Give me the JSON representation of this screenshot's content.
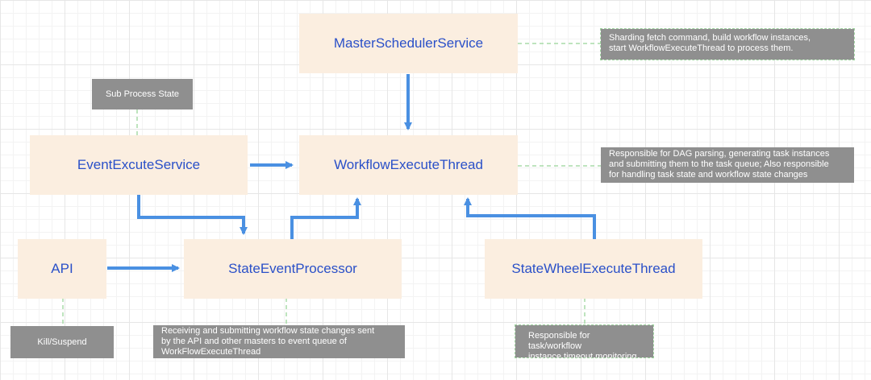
{
  "nodes": {
    "master_scheduler": "MasterSchedulerService",
    "workflow_execute_thread": "WorkflowExecuteThread",
    "event_execute_service": "EventExcuteService",
    "state_event_processor": "StateEventProcessor",
    "api": "API",
    "state_wheel_execute_thread": "StateWheelExecuteThread"
  },
  "notes": {
    "master_note": [
      "Sharding fetch command, build workflow instances,",
      "start WorkflowExecuteThread to process them."
    ],
    "workflow_note": [
      "Responsible for DAG parsing, generating task instances",
      "and submitting them to the task queue; Also responsible",
      "for handling task state and workflow state changes"
    ],
    "sub_process_state": "Sub Process State",
    "kill_suspend": "Kill/Suspend",
    "processor_note": [
      "Receiving and submitting workflow state changes sent",
      "by the API and other masters to event queue of",
      "WorkFlowExecuteThread"
    ],
    "wheel_note": [
      "Responsible for task/workflow",
      "instance timeout monitoring"
    ]
  },
  "colors": {
    "node_fill": "#fbeee0",
    "node_text": "#2a50c8",
    "arrow": "#4a90e2",
    "note_fill": "#8f8f8f",
    "dashed_connector": "#a8dca8"
  }
}
